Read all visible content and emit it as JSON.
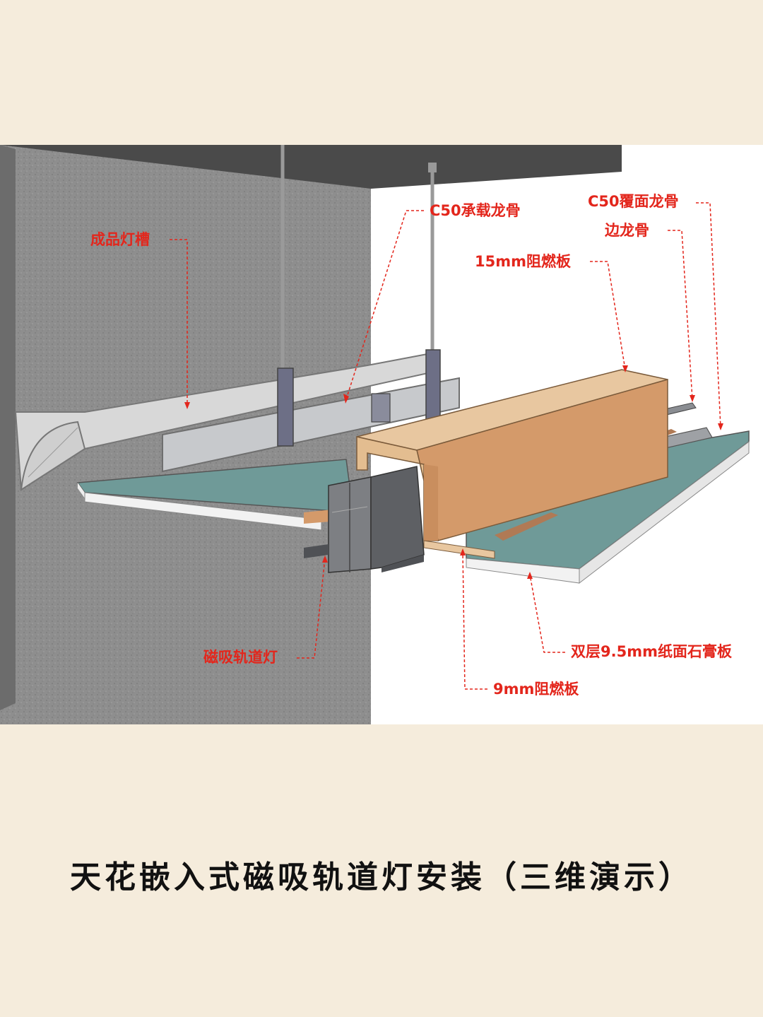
{
  "labels": {
    "light_trough": "成品灯槽",
    "c50_main_keel": "C50承载龙骨",
    "c50_cover_keel": "C50覆面龙骨",
    "edge_keel": "边龙骨",
    "board_15mm": "15mm阻燃板",
    "magnetic_track_light": "磁吸轨道灯",
    "gypsum_board": "双层9.5mm纸面石膏板",
    "board_9mm": "9mm阻燃板"
  },
  "title": "天花嵌入式磁吸轨道灯安装（三维演示）",
  "colors": {
    "background": "#f5ecdc",
    "label": "#e3261c",
    "title": "#111111",
    "wall": "#8c8c8c",
    "ceiling_slab": "#4a4a4a",
    "wood": "#d49a6a",
    "gypsum": "#6f9a98",
    "metal": "#b8bcc0"
  }
}
